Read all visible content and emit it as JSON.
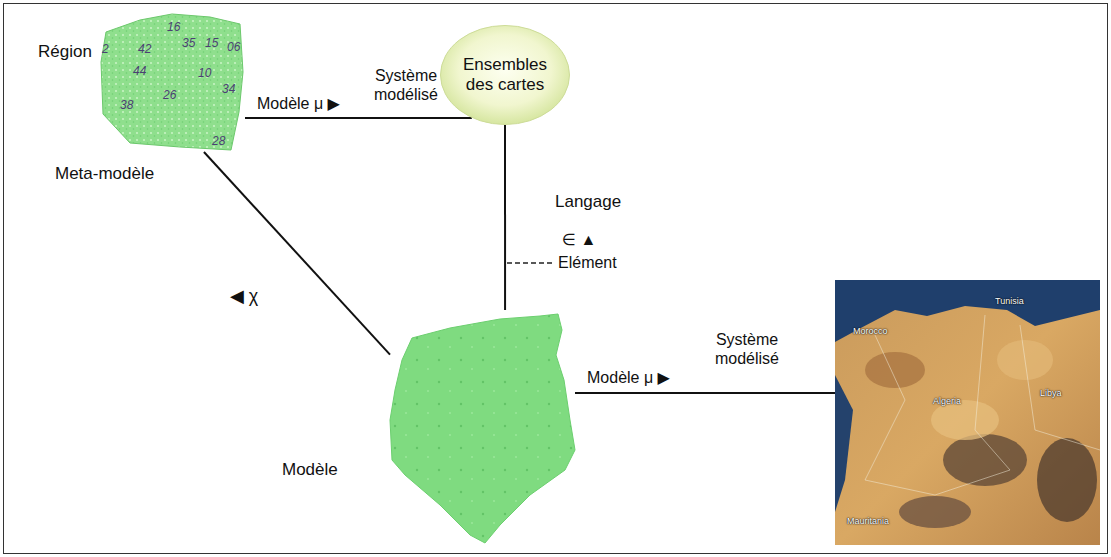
{
  "diagram": {
    "nodes": [
      {
        "text": [
          "Région",
          "Meta-modèle"
        ]
      },
      {
        "text": [
          "Ensembles des cartes"
        ]
      },
      {
        "text": [
          "Modèle"
        ]
      },
      {
        "text": [
          "Morocco",
          "Tunisia",
          "Algeria",
          "Libya",
          "Mauritania"
        ]
      }
    ],
    "edges": [
      {
        "from": 0,
        "to": 1,
        "arrow": "none",
        "label": "Modèle μ ▶"
      },
      {
        "from": 1,
        "to": 2,
        "arrow": "none",
        "label": "∈ ▲"
      },
      {
        "from": 0,
        "to": 2,
        "arrow": "none",
        "label": "◀ χ"
      },
      {
        "from": 2,
        "to": 3,
        "arrow": "none",
        "label": "Modèle μ ▶"
      }
    ],
    "labels": [
      "2",
      "42",
      "16",
      "35",
      "15",
      "06",
      "44",
      "10",
      "34",
      "26",
      "38",
      "28",
      "Système modélisé",
      "Langage",
      "Elément",
      "Système modélisé"
    ]
  }
}
